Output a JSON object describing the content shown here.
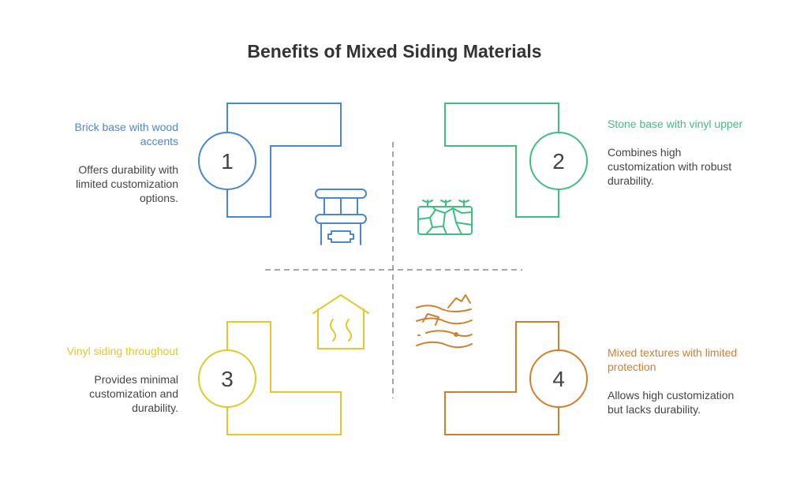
{
  "title": "Benefits of Mixed Siding Materials",
  "colors": {
    "blue": "#4a86d6",
    "green": "#3fbf7f",
    "yellow": "#e2c82a",
    "orange": "#d17f2e",
    "divider": "#888888",
    "text": "#444444"
  },
  "items": [
    {
      "number": "1",
      "heading": "Brick base with wood accents",
      "description": "Offers durability with limited customization options.",
      "icon": "brick-wood-icon"
    },
    {
      "number": "2",
      "heading": "Stone base with vinyl upper",
      "description": "Combines high customization with robust durability.",
      "icon": "stone-wall-icon"
    },
    {
      "number": "3",
      "heading": "Vinyl siding throughout",
      "description": "Provides minimal customization and durability.",
      "icon": "house-heat-icon"
    },
    {
      "number": "4",
      "heading": "Mixed textures with limited protection",
      "description": "Allows high customization but lacks durability.",
      "icon": "wood-texture-icon"
    }
  ]
}
